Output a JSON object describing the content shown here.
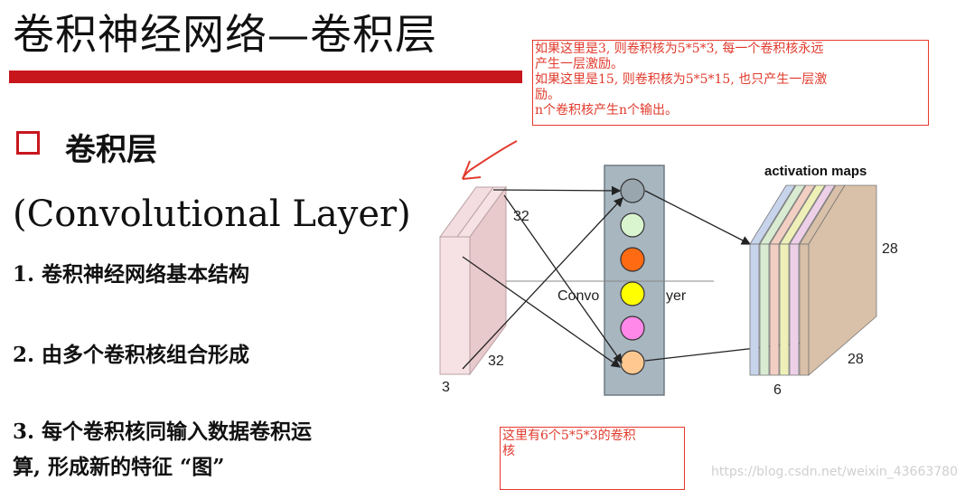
{
  "slide": {
    "title": "卷积神经网络—卷积层",
    "heading": "卷积层",
    "subheading": "(Convolutional Layer)",
    "points": [
      "1. 卷积神经网络基本结构",
      "2. 由多个卷积核组合形成",
      "3. 每个卷积核同输入数据卷积运",
      "算, 形成新的特征 “图”"
    ],
    "accent_color": "#c8161d"
  },
  "annotations": {
    "note_top": [
      "如果这里是3, 则卷积核为5*5*3, 每一个卷积核永远",
      "产生一层激励。",
      "如果这里是15, 则卷积核为5*5*15, 也只产生一层激",
      "励。",
      "n个卷积核产生n个输出。"
    ],
    "note_bottom": [
      "这里有6个5*5*3的卷积",
      "核"
    ],
    "annotation_color": "#e03a2c"
  },
  "diagram": {
    "input_width": "32",
    "input_height": "32",
    "input_depth": "3",
    "layer_label_left": "Convo",
    "layer_label_right": "yer",
    "maps_title": "activation maps",
    "maps_width": "28",
    "maps_height": "28",
    "maps_count": "6",
    "filter_colors": [
      "#9aa6ad",
      "#d8f5d0",
      "#ff6a13",
      "#ffff00",
      "#ff88e8",
      "#ffc890"
    ],
    "map_colors": [
      "#c7d4ec",
      "#d9ecd2",
      "#f2cfc2",
      "#eef0b8",
      "#edd0e8",
      "#d9c0a8"
    ]
  },
  "watermark": "https://blog.csdn.net/weixin_43663780"
}
